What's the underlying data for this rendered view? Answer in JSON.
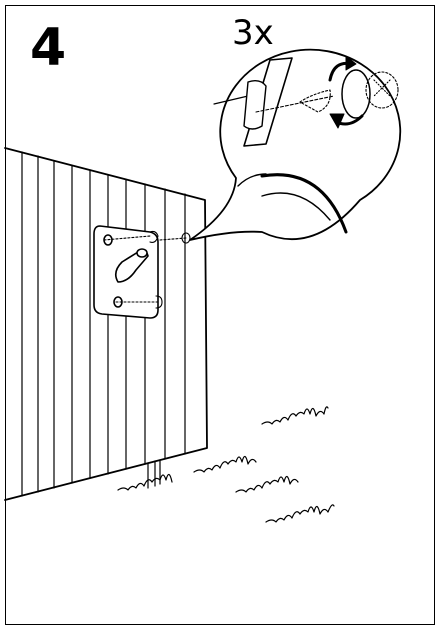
{
  "step": {
    "number": "4",
    "quantity": "3x"
  },
  "illustration": {
    "scene": "fence-panel-with-wall-bracket",
    "callout": "magnified-screw-with-rotation-arrow",
    "icons": [
      "fence-panel",
      "wall-bracket",
      "screw",
      "rotate-arrow",
      "grass"
    ]
  }
}
